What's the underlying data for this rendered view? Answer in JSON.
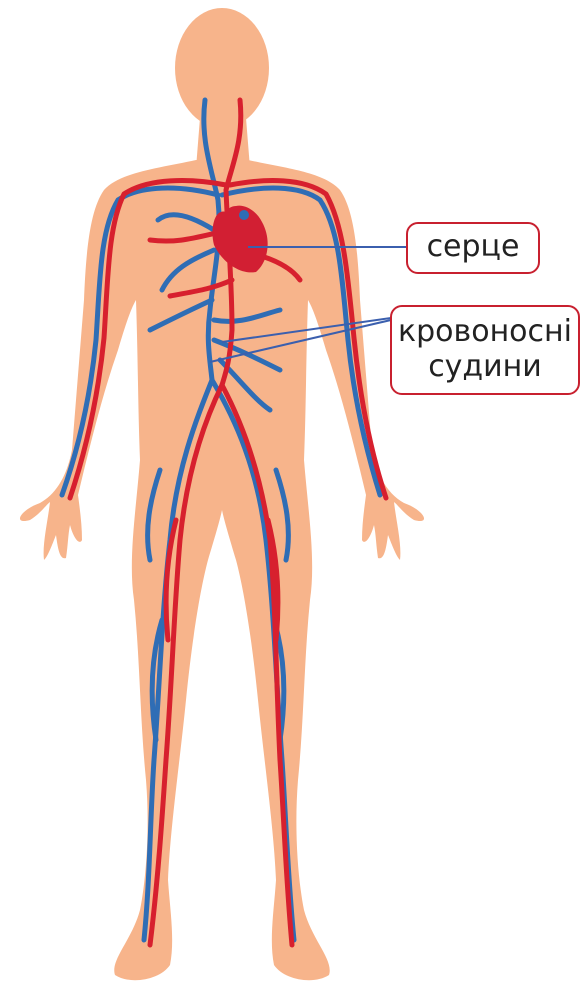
{
  "labels": {
    "heart": "серце",
    "vessels_line1": "кровоносні",
    "vessels_line2": "судини"
  },
  "colors": {
    "skin": "#f7b48b",
    "artery": "#d7202e",
    "vein": "#2f6db5",
    "heart": "#d21f33",
    "label_border": "#c8202f",
    "pointer_line": "#3b5fae"
  }
}
